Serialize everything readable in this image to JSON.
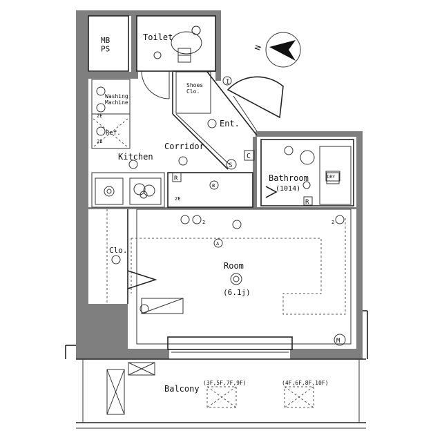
{
  "rooms": {
    "mb_ps": "MB\nPS",
    "toilet": "Toilet",
    "shoes": "Shoes\nClo.",
    "washing_machine": "Washing\nMachine",
    "refrigerator": "Ref.",
    "entrance": "Ent.",
    "corridor": "Corridor",
    "kitchen": "Kitchen",
    "bathroom": "Bathroom",
    "bathroom_size": "(1014)",
    "closet": "Clo.",
    "room": "Room",
    "room_size": "(6.1j)",
    "balcony": "Balcony",
    "floors_left": "(3F,5F,7F,9F)",
    "floors_right": "(4F,6F,8F,10F)"
  },
  "marks": {
    "mark_a": "A",
    "mark_b": "B",
    "mark_c": "C",
    "mark_s": "S",
    "mark_r1": "R",
    "mark_r2": "R",
    "mark_m": "M",
    "mark_i": "I",
    "dry": "DRY",
    "label_2e_1": "2E",
    "label_2e_2": "2E",
    "label_2e_3": "2E",
    "label_2_1": "2",
    "label_2_2": "2"
  },
  "compass": {
    "label": "N"
  },
  "icons": {
    "compass": "north-arrow-icon",
    "outlet": "outlet-icon",
    "light": "ceiling-light-icon",
    "toilet": "toilet-icon",
    "cooktop": "cooktop-icon"
  }
}
